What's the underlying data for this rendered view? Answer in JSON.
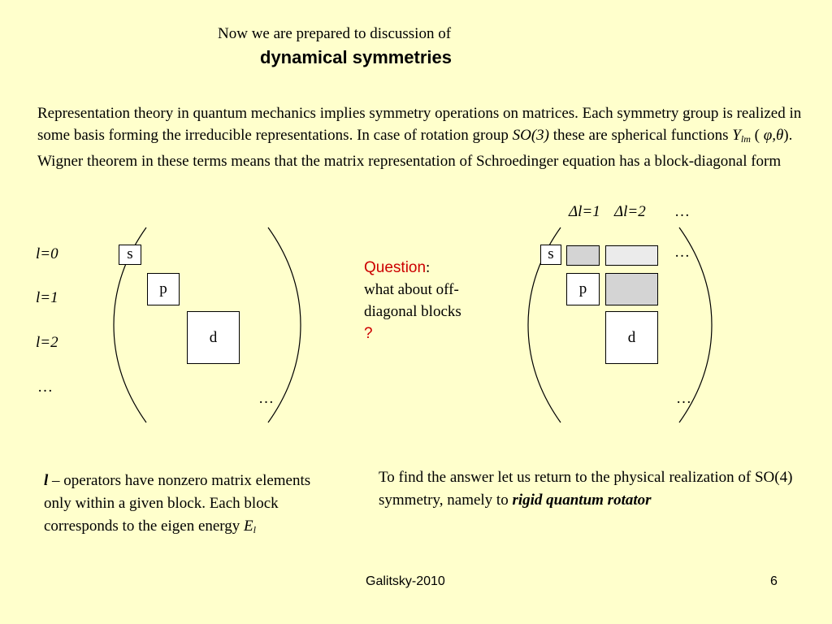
{
  "intro_line": "Now we are prepared to discussion of",
  "heading": "dynamical symmetries",
  "paragraph": {
    "part1": "Representation theory in quantum mechanics implies symmetry operations on matrices. Each symmetry group is realized in some basis forming the irreducible representations. In case of rotation group ",
    "group": "SO(3)",
    "part2": " these are spherical functions ",
    "func": "Y",
    "func_sub": "lm",
    "paren_open": " ( ",
    "args": "φ,θ",
    "part3": "). Wigner theorem in these terms means that the matrix representation of Schroedinger equation has a block-diagonal form"
  },
  "left_matrix": {
    "row_labels": [
      "l=0",
      "l=1",
      "l=2",
      "…"
    ],
    "blocks": [
      "s",
      "p",
      "d"
    ],
    "corner_ellipsis": "…"
  },
  "question": {
    "word": "Question",
    "colon": ":",
    "text": "what about off-diagonal blocks",
    "mark": "?",
    "accent_color": "#cc0000"
  },
  "right_matrix": {
    "column_header_1": "Δl=1",
    "column_header_2": "Δl=2",
    "column_header_ellipsis": "…",
    "blocks": [
      "s",
      "p",
      "d"
    ],
    "row_ellipsis_top": "…",
    "row_ellipsis_bottom": "…",
    "offdiag_color_dark": "#d4d4d4",
    "offdiag_color_light": "#ebebeb"
  },
  "bottom_left": {
    "symbol": "l",
    "text": " – operators have nonzero matrix elements only within a given block. Each block corresponds to the eigen energy ",
    "energy": "E",
    "energy_sub": "l"
  },
  "bottom_right": {
    "text": "To find the answer let us return to the physical realization of SO(4) symmetry, namely to ",
    "emphasis": "rigid quantum rotator"
  },
  "footer": "Galitsky-2010",
  "page_number": "6",
  "background_color": "#ffffcc"
}
